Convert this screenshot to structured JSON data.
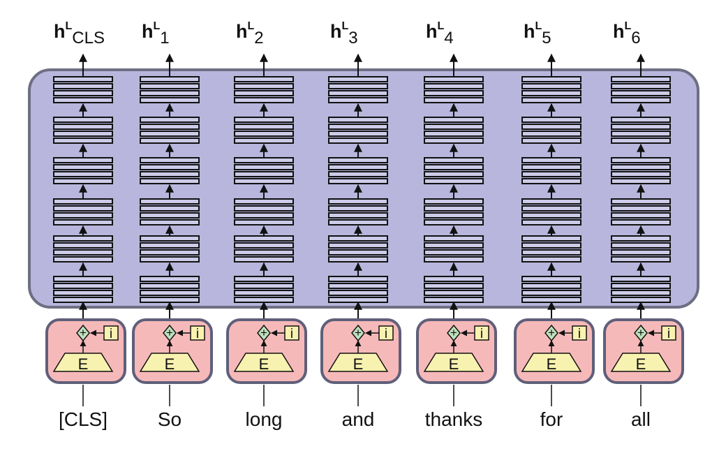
{
  "output_prefix": "h",
  "output_superscript": "L",
  "outputs": [
    "CLS",
    "1",
    "2",
    "3",
    "4",
    "5",
    "6"
  ],
  "tokens": [
    "[CLS]",
    "So",
    "long",
    "and",
    "thanks",
    "for",
    "all"
  ],
  "embedding_label": "E",
  "position_label": "i",
  "add_symbol": "+",
  "layers_per_column": 6,
  "colors": {
    "encoder_fill": "#b8b6dc",
    "encoder_stroke": "#6e6e84",
    "embed_box_fill": "#f6b9b9",
    "embed_box_stroke": "#5f5f7a",
    "embed_trapezoid_fill": "#f8f2b0",
    "add_node_fill": "#bfe0bd",
    "bar_fill": "#cccbe8"
  }
}
